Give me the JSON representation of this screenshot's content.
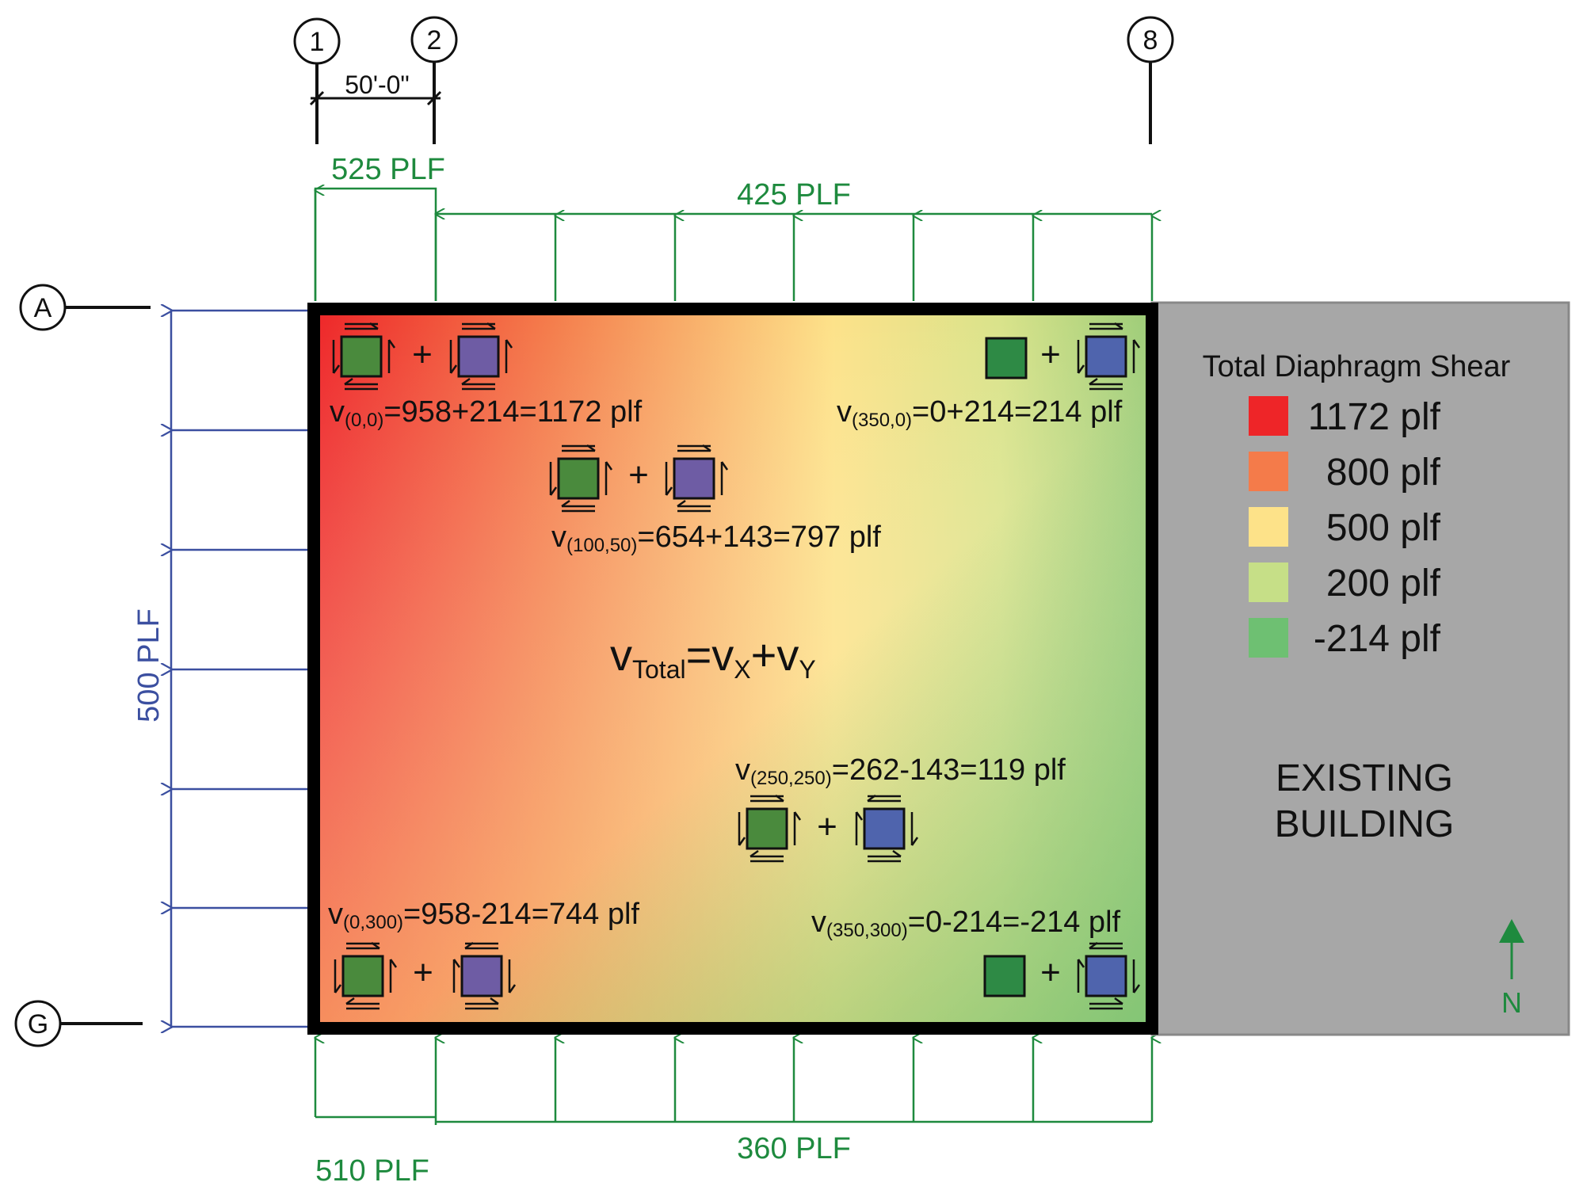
{
  "grid_lines": {
    "col_1": "1",
    "col_2": "2",
    "col_8": "8",
    "row_A": "A",
    "row_G": "G",
    "spacing_label": "50'-0\""
  },
  "loads": {
    "top_left": "525 PLF",
    "top_right": "425 PLF",
    "left": "500 PLF",
    "bottom_left": "510 PLF",
    "bottom_right": "360 PLF"
  },
  "colors": {
    "load_green": "#1e8a3e",
    "load_blue": "#3b4fa0",
    "shear_high": "#ee2528",
    "shear_mid_high": "#f47b4a",
    "shear_mid": "#fde289",
    "shear_low": "#c6df87",
    "shear_neg": "#6ec072",
    "existing_gray": "#a7a7a7",
    "element_green": "#4a8a3d",
    "element_purple": "#6e5ca4",
    "element_blue": "#4f64ad",
    "element_dark_green": "#2e8a45"
  },
  "formulas": {
    "f00": {
      "v": "v",
      "sub": "(0,0)",
      "rest": "=958+214=1172 plf"
    },
    "f3500": {
      "v": "v",
      "sub": "(350,0)",
      "rest": "=0+214=214 plf"
    },
    "f10050": {
      "v": "v",
      "sub": "(100,50)",
      "rest": "=654+143=797 plf"
    },
    "f250250": {
      "v": "v",
      "sub": "(250,250)",
      "rest": "=262-143=119 plf"
    },
    "f0300": {
      "v": "v",
      "sub": "(0,300)",
      "rest": "=958-214=744 plf"
    },
    "f350300": {
      "v": "v",
      "sub": "(350,300)",
      "rest": "=0-214=-214 plf"
    },
    "total": {
      "v": "v",
      "sub": "Total",
      "eq": "=v",
      "subx": "X",
      "plus": "+v",
      "suby": "Y"
    },
    "plus_sign": "+"
  },
  "legend": {
    "title": "Total Diaphragm Shear",
    "items": [
      {
        "label": "1172 plf",
        "color": "#ee2528"
      },
      {
        "label": "800 plf",
        "color": "#f47b4a"
      },
      {
        "label": "500 plf",
        "color": "#fde289"
      },
      {
        "label": "200 plf",
        "color": "#c6df87"
      },
      {
        "label": "-214 plf",
        "color": "#6ec072"
      }
    ]
  },
  "existing_building": {
    "line1": "EXISTING",
    "line2": "BUILDING"
  },
  "north": "N"
}
